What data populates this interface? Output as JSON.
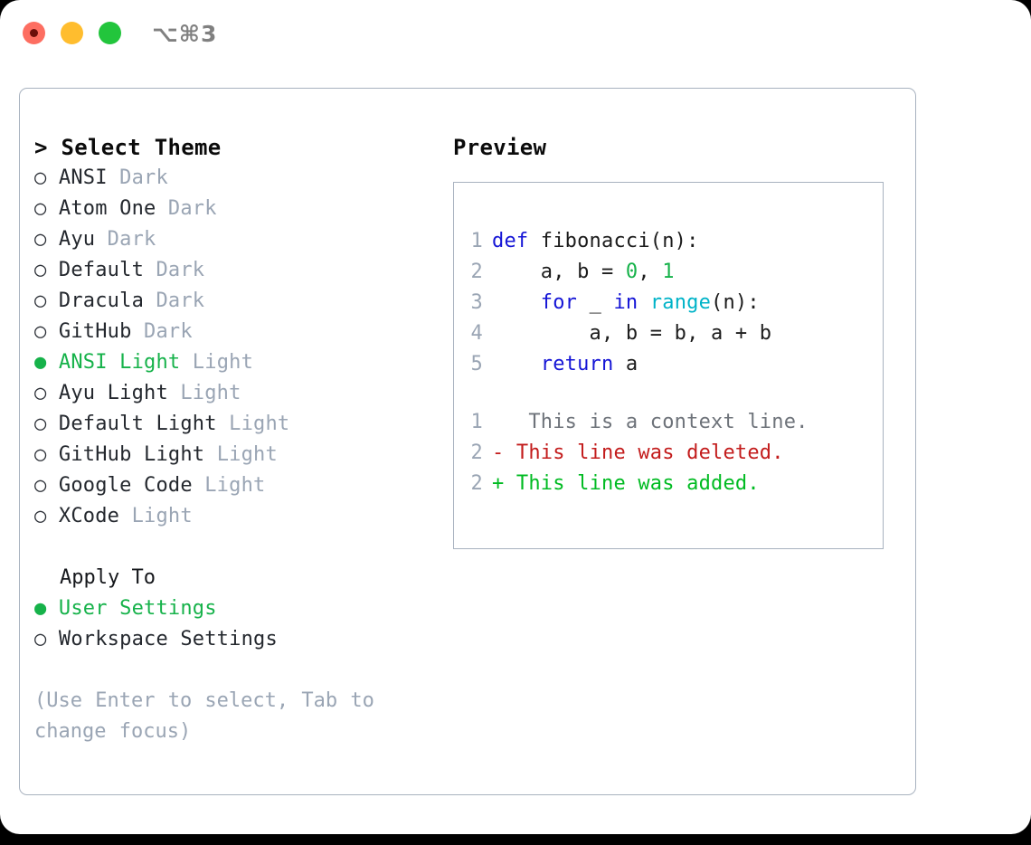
{
  "window": {
    "title": "⌥⌘3",
    "traffic_lights": [
      {
        "name": "close",
        "color": "#fd6e61"
      },
      {
        "name": "minimize",
        "color": "#ffbd2e"
      },
      {
        "name": "maximize",
        "color": "#22c53c"
      }
    ]
  },
  "theme_picker": {
    "header": "> Select Theme",
    "marker_selected": "●",
    "marker_unselected": "○",
    "items": [
      {
        "marker": "○",
        "name": "ANSI",
        "category": "Dark",
        "selected": false
      },
      {
        "marker": "○",
        "name": "Atom One",
        "category": "Dark",
        "selected": false
      },
      {
        "marker": "○",
        "name": "Ayu",
        "category": "Dark",
        "selected": false
      },
      {
        "marker": "○",
        "name": "Default",
        "category": "Dark",
        "selected": false
      },
      {
        "marker": "○",
        "name": "Dracula",
        "category": "Dark",
        "selected": false
      },
      {
        "marker": "○",
        "name": "GitHub",
        "category": "Dark",
        "selected": false
      },
      {
        "marker": "●",
        "name": "ANSI Light",
        "category": "Light",
        "selected": true
      },
      {
        "marker": "○",
        "name": "Ayu Light",
        "category": "Light",
        "selected": false
      },
      {
        "marker": "○",
        "name": "Default Light",
        "category": "Light",
        "selected": false
      },
      {
        "marker": "○",
        "name": "GitHub Light",
        "category": "Light",
        "selected": false
      },
      {
        "marker": "○",
        "name": "Google Code",
        "category": "Light",
        "selected": false
      },
      {
        "marker": "○",
        "name": "XCode",
        "category": "Light",
        "selected": false
      }
    ]
  },
  "apply_to": {
    "header": "Apply To",
    "items": [
      {
        "marker": "●",
        "name": "User Settings",
        "selected": true
      },
      {
        "marker": "○",
        "name": "Workspace Settings",
        "selected": false
      }
    ]
  },
  "hint": "(Use Enter to select, Tab to change focus)",
  "preview": {
    "title": "Preview",
    "code_lines": [
      {
        "number": "1",
        "tokens": [
          {
            "text": "def ",
            "type": "keyword"
          },
          {
            "text": "fibonacci(n):",
            "type": "plain"
          }
        ]
      },
      {
        "number": "2",
        "tokens": [
          {
            "text": "    a, b = ",
            "type": "plain"
          },
          {
            "text": "0",
            "type": "number"
          },
          {
            "text": ", ",
            "type": "plain"
          },
          {
            "text": "1",
            "type": "number"
          }
        ]
      },
      {
        "number": "3",
        "tokens": [
          {
            "text": "    ",
            "type": "plain"
          },
          {
            "text": "for",
            "type": "keyword"
          },
          {
            "text": " _ ",
            "type": "plain"
          },
          {
            "text": "in",
            "type": "keyword"
          },
          {
            "text": " ",
            "type": "plain"
          },
          {
            "text": "range",
            "type": "builtin"
          },
          {
            "text": "(n):",
            "type": "plain"
          }
        ]
      },
      {
        "number": "4",
        "tokens": [
          {
            "text": "        a, b = b, a + b",
            "type": "plain"
          }
        ]
      },
      {
        "number": "5",
        "tokens": [
          {
            "text": "    ",
            "type": "plain"
          },
          {
            "text": "return",
            "type": "keyword"
          },
          {
            "text": " a",
            "type": "plain"
          }
        ]
      }
    ],
    "diff_lines": [
      {
        "number": "1",
        "sign": " ",
        "text": "  This is a context line.",
        "type": "context"
      },
      {
        "number": "2",
        "sign": "-",
        "text": " This line was deleted.",
        "type": "deleted"
      },
      {
        "number": "2",
        "sign": "+",
        "text": " This line was added.",
        "type": "added"
      }
    ]
  },
  "colors": {
    "accent_green": "#16b24a",
    "muted": "#9aa5b4",
    "keyword": "#1515d6",
    "number": "#16b24a",
    "builtin": "#00b3c8",
    "diff_added": "#00bb22",
    "diff_deleted": "#c31c1c",
    "border": "#a8b2bf"
  }
}
